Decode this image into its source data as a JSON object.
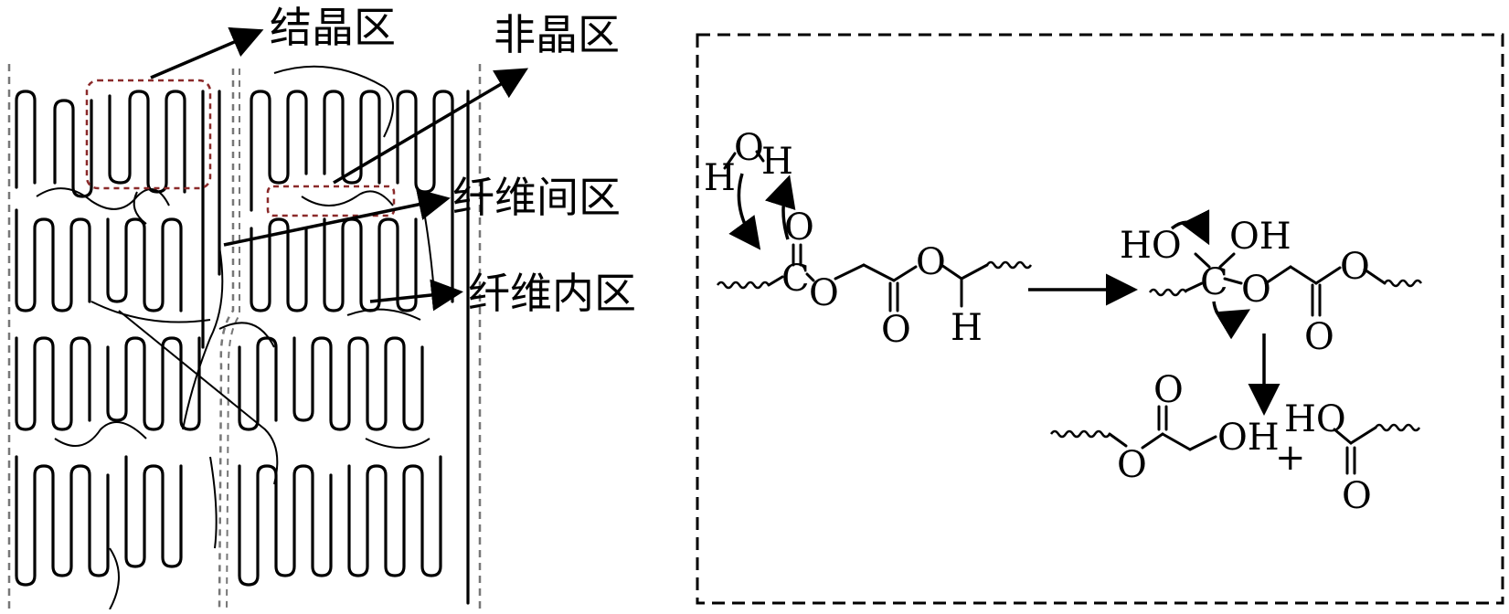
{
  "labels": {
    "crystalline": "结晶区",
    "amorphous": "非晶区",
    "interfiber": "纤维间区",
    "intrafiber": "纤维内区"
  },
  "chem": {
    "o": "O",
    "h": "H",
    "c": "C",
    "ho": "HO",
    "oh": "OH",
    "plus": "+"
  },
  "colors": {
    "ink": "#000000",
    "highlight_box": "#8b2a2a",
    "guide_line": "#777777"
  }
}
